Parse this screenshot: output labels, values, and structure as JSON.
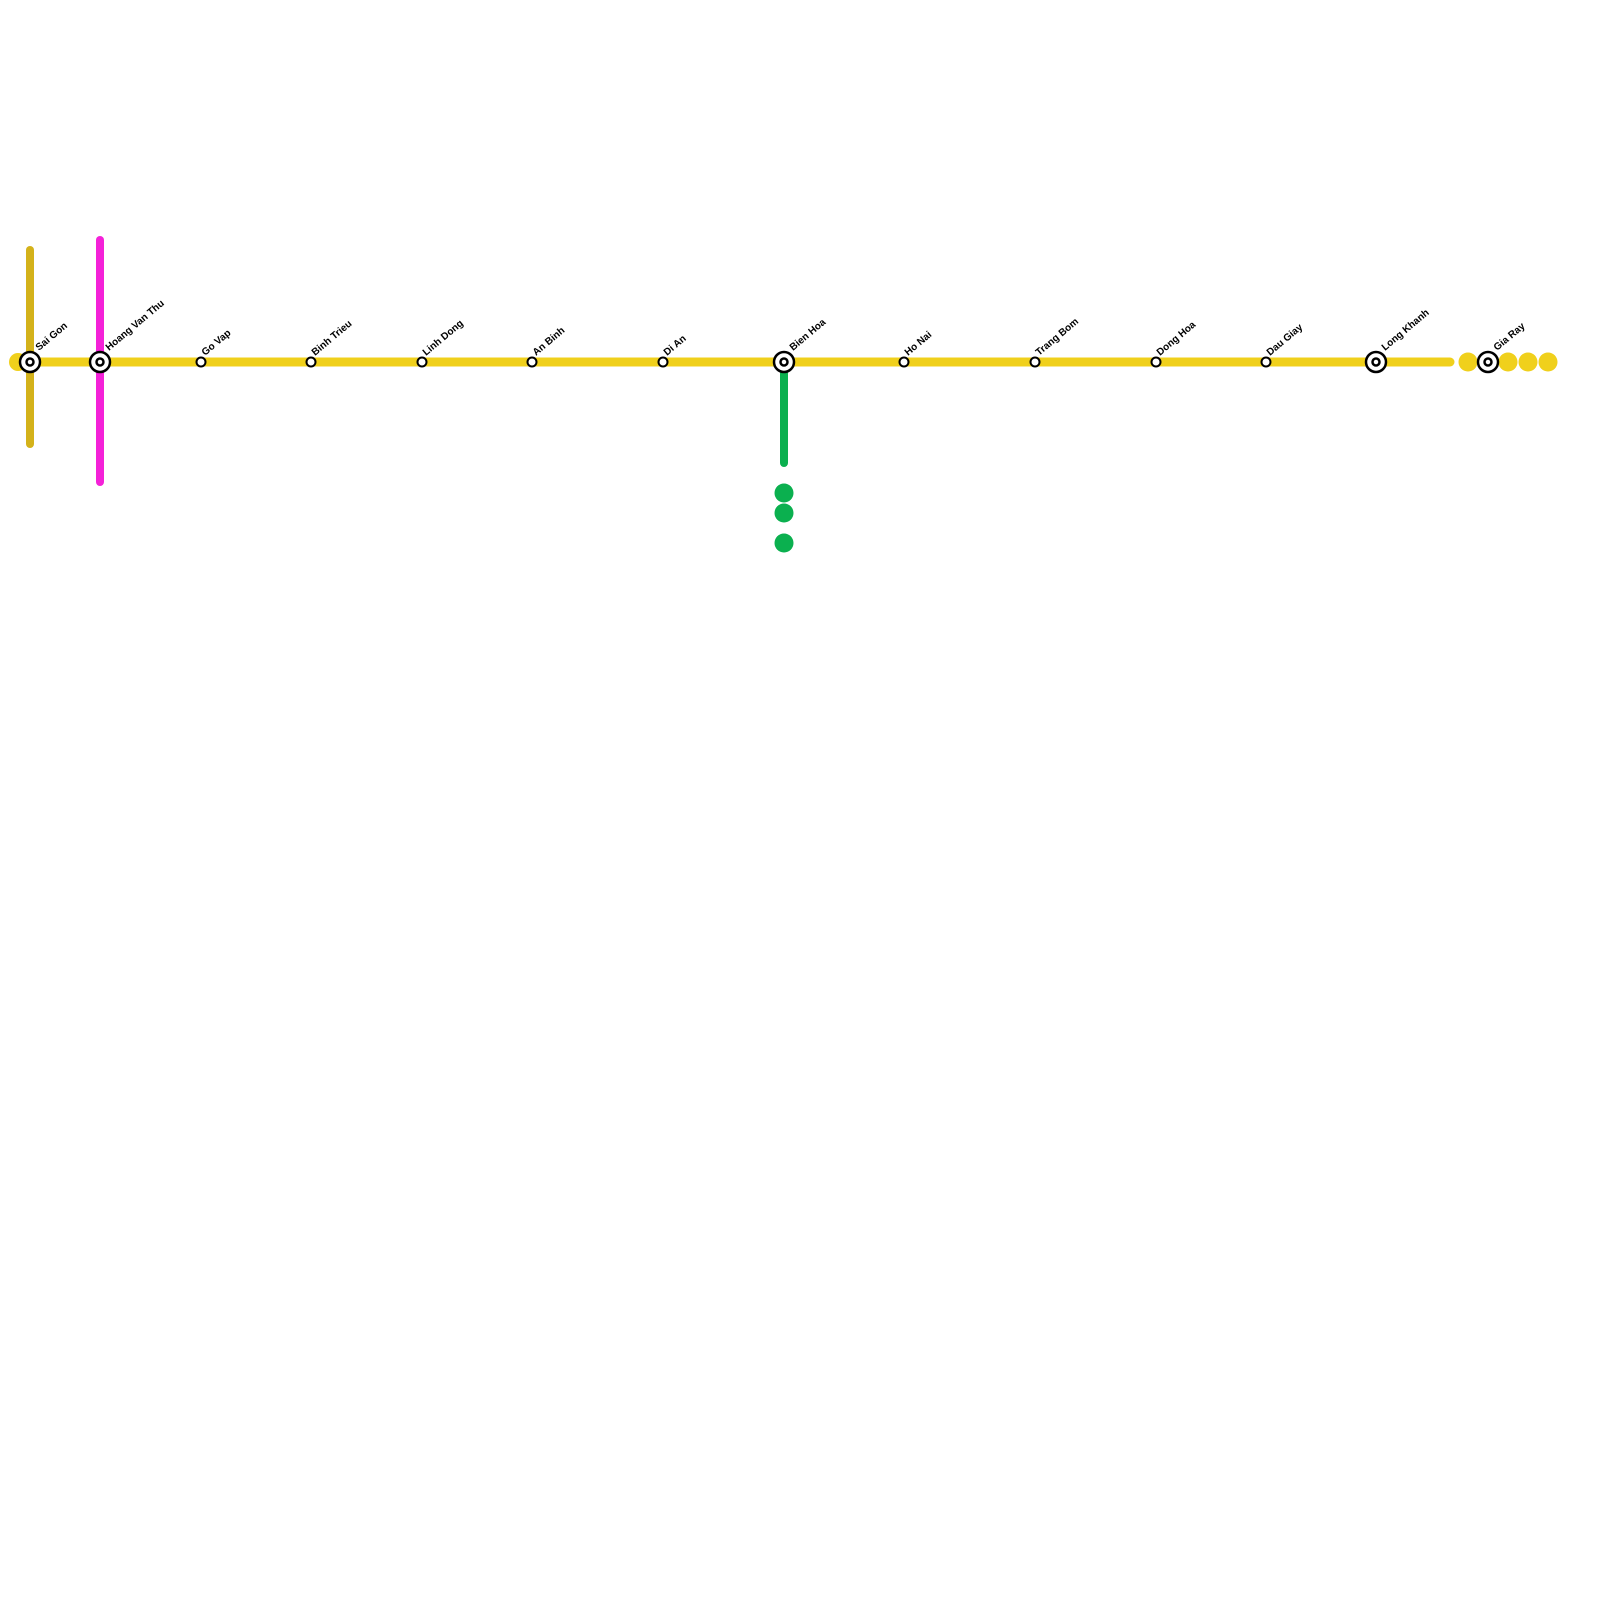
{
  "map": {
    "lines": [
      {
        "id": "main",
        "color": "#F0D01C"
      },
      {
        "id": "saigon-branch",
        "color": "#D4B21A"
      },
      {
        "id": "hoang-van-thu-branch",
        "color": "#F421D8"
      },
      {
        "id": "bien-hoa-branch",
        "color": "#0BB04F"
      }
    ],
    "stations": [
      {
        "name": "Sai Gon",
        "type": "interchange"
      },
      {
        "name": "Hoang Van Thu",
        "type": "interchange"
      },
      {
        "name": "Go Vap",
        "type": "stop"
      },
      {
        "name": "Binh Trieu",
        "type": "stop"
      },
      {
        "name": "Linh Dong",
        "type": "stop"
      },
      {
        "name": "An Binh",
        "type": "stop"
      },
      {
        "name": "Di An",
        "type": "stop"
      },
      {
        "name": "Bien Hoa",
        "type": "interchange"
      },
      {
        "name": "Ho Nai",
        "type": "stop"
      },
      {
        "name": "Trang Bom",
        "type": "stop"
      },
      {
        "name": "Dong Hoa",
        "type": "stop"
      },
      {
        "name": "Dau Giay",
        "type": "stop"
      },
      {
        "name": "Long Khanh",
        "type": "interchange"
      },
      {
        "name": "Gia Ray",
        "type": "interchange"
      }
    ]
  }
}
